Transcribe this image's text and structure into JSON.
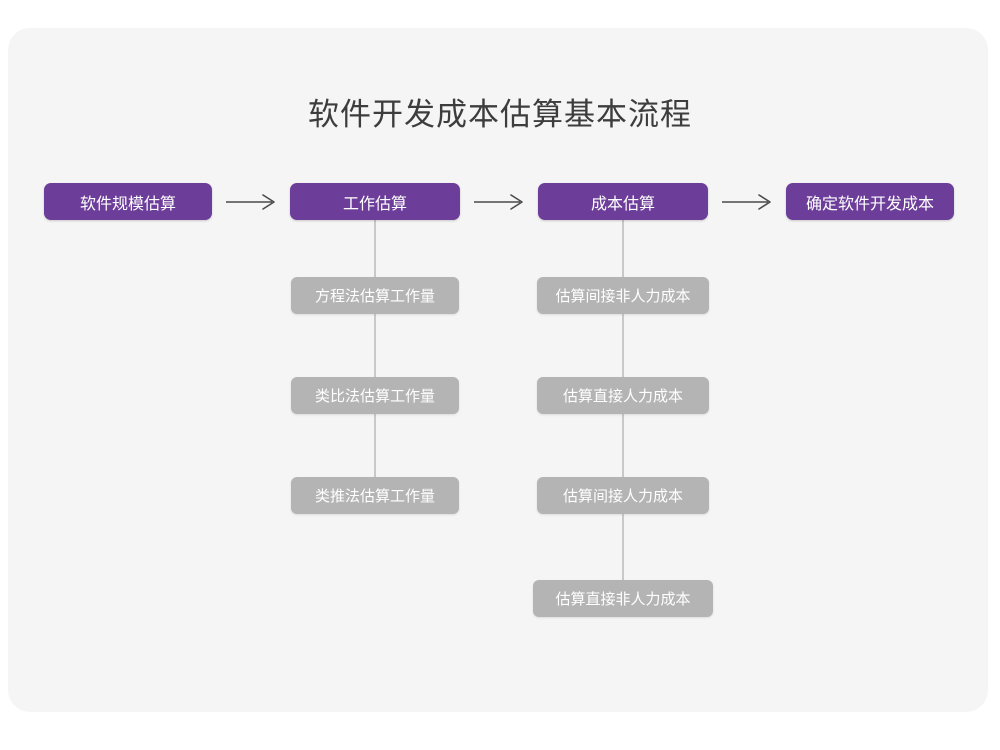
{
  "diagram": {
    "title": "软件开发成本估算基本流程",
    "background_color": "#f5f5f6",
    "primary_color": "#6d3e99",
    "secondary_color": "#b4b4b4",
    "title_color": "#3d3d3d",
    "connector_color": "#c9c9c9",
    "arrow_color": "#4a4a4a",
    "main_flow": [
      {
        "id": "scale",
        "label": "软件规模估算"
      },
      {
        "id": "effort",
        "label": "工作估算"
      },
      {
        "id": "cost",
        "label": "成本估算"
      },
      {
        "id": "final",
        "label": "确定软件开发成本"
      }
    ],
    "arrows": [
      {
        "id": "arrow-1",
        "icon": "arrow-right-icon"
      },
      {
        "id": "arrow-2",
        "icon": "arrow-right-icon"
      },
      {
        "id": "arrow-3",
        "icon": "arrow-right-icon"
      }
    ],
    "effort_methods": [
      {
        "label": "方程法估算工作量"
      },
      {
        "label": "类比法估算工作量"
      },
      {
        "label": "类推法估算工作量"
      }
    ],
    "cost_methods": [
      {
        "label": "估算间接非人力成本"
      },
      {
        "label": "估算直接人力成本"
      },
      {
        "label": "估算间接人力成本"
      },
      {
        "label": "估算直接非人力成本"
      }
    ]
  }
}
